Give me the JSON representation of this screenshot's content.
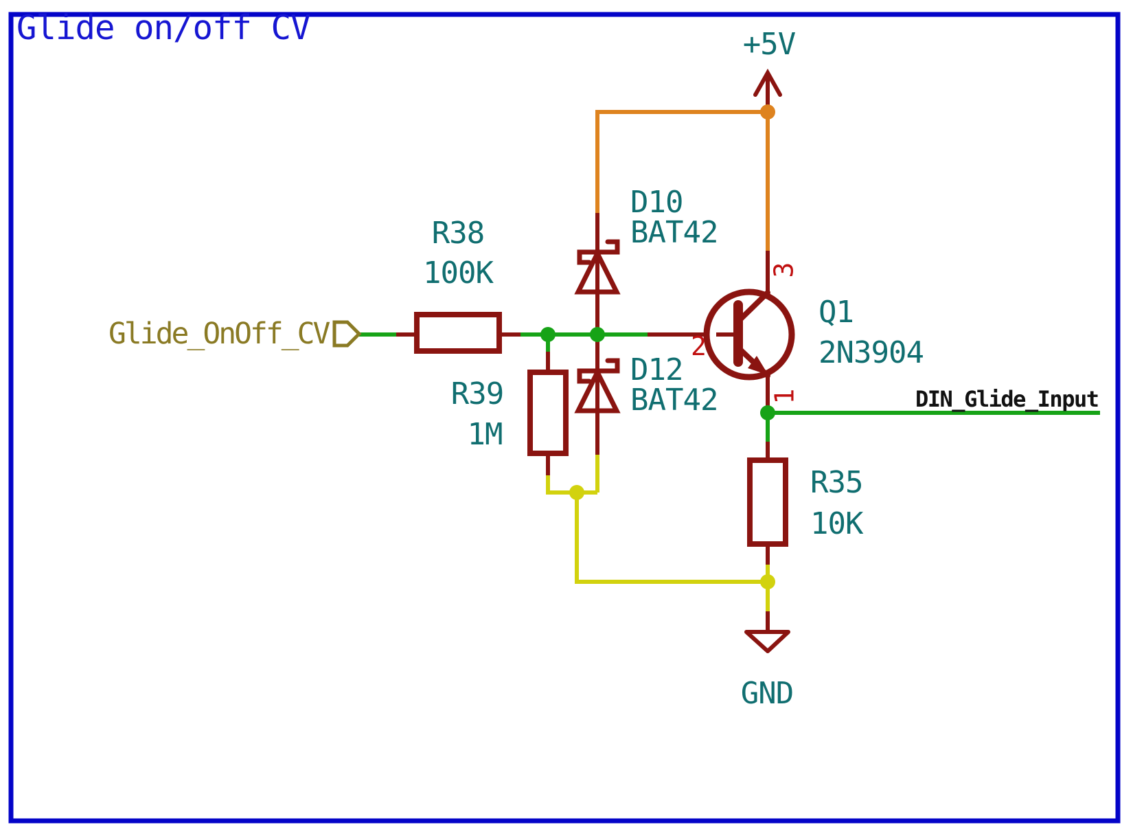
{
  "sheet": {
    "title": "Glide on/off CV"
  },
  "colors": {
    "border_blue": "#0404c8",
    "title_blue": "#1616d2",
    "symbol_dark_red": "#8a1410",
    "pin_number_red": "#c01010",
    "field_teal": "#106e70",
    "wire_signal_green": "#17a317",
    "wire_power_orange": "#de831f",
    "wire_ground_yellow": "#d2d20e",
    "hier_label_olive": "#8a7a24",
    "net_label_black": "#111111",
    "paper_white": "#ffffff"
  },
  "power_symbols": {
    "vcc": "+5V",
    "gnd": "GND"
  },
  "net_labels": {
    "hierarchical_input": "Glide_OnOff_CV",
    "local_output": "DIN_Glide_Input"
  },
  "components": {
    "r38": {
      "reference": "R38",
      "value": "100K"
    },
    "r39": {
      "reference": "R39",
      "value": "1M"
    },
    "r35": {
      "reference": "R35",
      "value": "10K"
    },
    "d10": {
      "reference": "D10",
      "value": "BAT42"
    },
    "d12": {
      "reference": "D12",
      "value": "BAT42"
    },
    "q1": {
      "reference": "Q1",
      "value": "2N3904",
      "pin_numbers": {
        "emitter": "1",
        "base": "2",
        "collector": "3"
      }
    }
  }
}
